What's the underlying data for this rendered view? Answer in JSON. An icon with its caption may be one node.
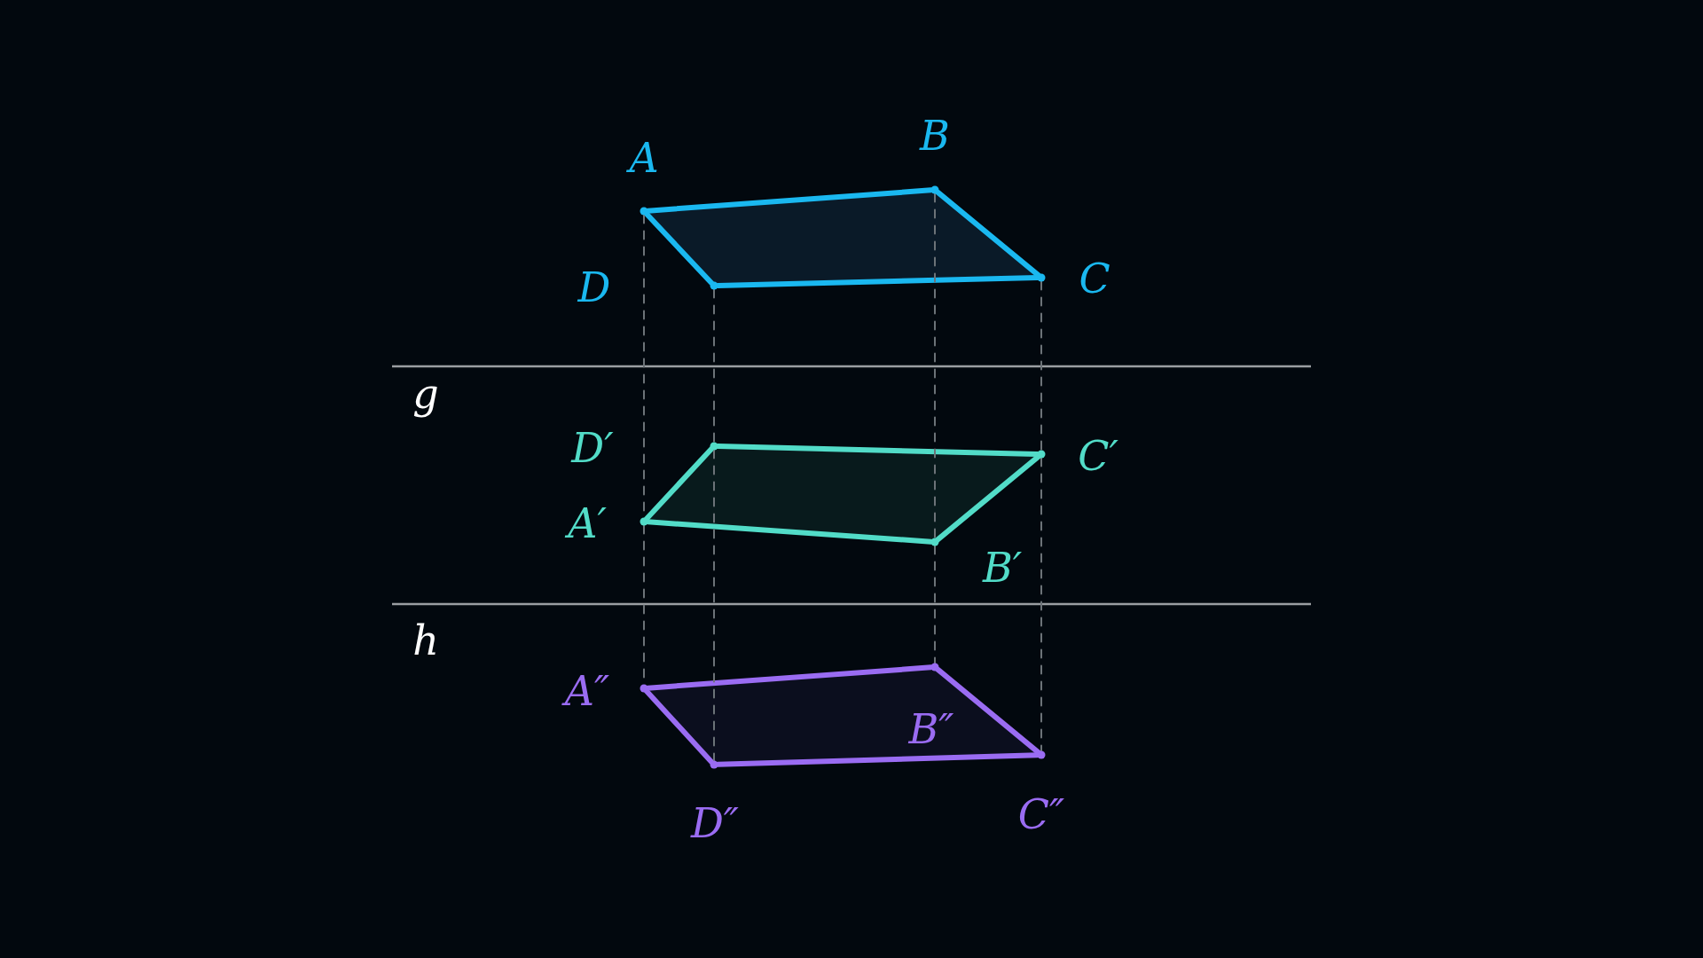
{
  "diagram": {
    "nodes": [
      {
        "text": [],
        "shape": "circle",
        "beside": [
          "A"
        ]
      },
      {
        "text": [],
        "shape": "circle",
        "beside": [
          "B"
        ]
      },
      {
        "text": [],
        "shape": "circle",
        "beside": [
          "C"
        ]
      },
      {
        "text": [],
        "shape": "circle",
        "beside": [
          "D"
        ]
      },
      {
        "text": [],
        "shape": "circle",
        "beside": [
          "D′"
        ]
      },
      {
        "text": [],
        "shape": "circle",
        "beside": [
          "C′"
        ]
      },
      {
        "text": [],
        "shape": "circle",
        "beside": [
          "A′"
        ]
      },
      {
        "text": [],
        "shape": "circle",
        "beside": [
          "B′"
        ]
      },
      {
        "text": [],
        "shape": "circle",
        "beside": [
          "A″"
        ]
      },
      {
        "text": [],
        "shape": "circle",
        "beside": [
          "B″"
        ]
      },
      {
        "text": [],
        "shape": "circle",
        "beside": [
          "C″"
        ]
      },
      {
        "text": [],
        "shape": "circle",
        "beside": [
          "D″"
        ]
      }
    ],
    "edges": [
      {
        "from": 0,
        "to": 1,
        "arrow": "none",
        "color": "#1ab8f0"
      },
      {
        "from": 1,
        "to": 2,
        "arrow": "none",
        "color": "#1ab8f0"
      },
      {
        "from": 2,
        "to": 3,
        "arrow": "none",
        "color": "#1ab8f0"
      },
      {
        "from": 3,
        "to": 0,
        "arrow": "none",
        "color": "#1ab8f0"
      },
      {
        "from": 4,
        "to": 5,
        "arrow": "none",
        "color": "#52dcc8"
      },
      {
        "from": 5,
        "to": 7,
        "arrow": "none",
        "color": "#52dcc8"
      },
      {
        "from": 7,
        "to": 6,
        "arrow": "none",
        "color": "#52dcc8"
      },
      {
        "from": 6,
        "to": 4,
        "arrow": "none",
        "color": "#52dcc8"
      },
      {
        "from": 8,
        "to": 9,
        "arrow": "none",
        "color": "#9a6cf2"
      },
      {
        "from": 9,
        "to": 10,
        "arrow": "none",
        "color": "#9a6cf2"
      },
      {
        "from": 10,
        "to": 11,
        "arrow": "none",
        "color": "#9a6cf2"
      },
      {
        "from": 11,
        "to": 8,
        "arrow": "none",
        "color": "#9a6cf2"
      },
      {
        "from": 0,
        "to": 6,
        "arrow": "none",
        "style": "dashed"
      },
      {
        "from": 6,
        "to": 8,
        "arrow": "none",
        "style": "dashed"
      },
      {
        "from": 3,
        "to": 4,
        "arrow": "none",
        "style": "dashed"
      },
      {
        "from": 4,
        "to": 11,
        "arrow": "none",
        "style": "dashed"
      },
      {
        "from": 1,
        "to": 7,
        "arrow": "none",
        "style": "dashed"
      },
      {
        "from": 7,
        "to": 9,
        "arrow": "none",
        "style": "dashed"
      },
      {
        "from": 2,
        "to": 5,
        "arrow": "none",
        "style": "dashed"
      },
      {
        "from": 5,
        "to": 10,
        "arrow": "none",
        "style": "dashed"
      }
    ],
    "labels": [
      "g",
      "h"
    ]
  }
}
